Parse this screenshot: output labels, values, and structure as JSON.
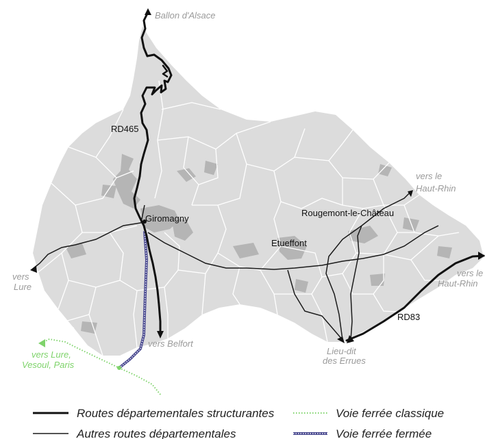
{
  "colors": {
    "territory": "#dcdcdc",
    "urban": "#b5b5b5",
    "commune_border": "#ffffff",
    "main_road": "#111111",
    "other_road": "#1a1a1a",
    "rail_classic": "#7ed36a",
    "rail_closed": "#4a4a90",
    "label_grey": "#9a9a9a",
    "label_green": "#7ed36a"
  },
  "labels": {
    "ballon": "Ballon d'Alsace",
    "rd465": "RD465",
    "giromagny": "Giromagny",
    "rougemont": "Rougemont-le-Château",
    "etueffont": "Etueffont",
    "vers_le_1": "vers le",
    "haut_rhin_1": "Haut-Rhin",
    "vers_le_2": "vers le",
    "haut_rhin_2": "Haut-Rhin",
    "rd83": "RD83",
    "vers_lure_1": "vers",
    "vers_lure_2": "Lure",
    "vers_belfort": "vers Belfort",
    "lieu_dit_1": "Lieu-dit",
    "lieu_dit_2": "des Errues",
    "vers_lure_paris_1": "vers Lure,",
    "vers_lure_paris_2": "Vesoul, Paris"
  },
  "legend": {
    "main_roads": "Routes départementales structurantes",
    "other_roads": "Autres routes départementales",
    "rail_classic": "Voie ferrée classique",
    "rail_closed": "Voie ferrée fermée"
  }
}
